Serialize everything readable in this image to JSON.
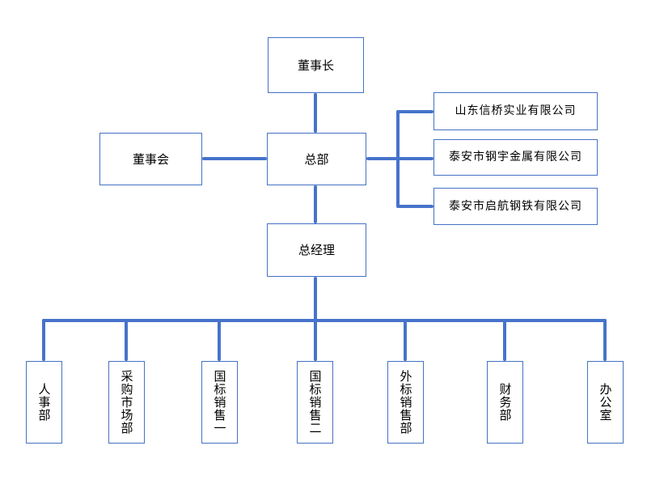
{
  "org": {
    "chairman": {
      "label": "董事长"
    },
    "board": {
      "label": "董事会"
    },
    "headquarters": {
      "label": "总部"
    },
    "general_manager": {
      "label": "总经理"
    },
    "subsidiaries": [
      {
        "label": "山东信桥实业有限公司"
      },
      {
        "label": "泰安市钢宇金属有限公司"
      },
      {
        "label": "泰安市启航钢铁有限公司"
      }
    ],
    "departments": [
      {
        "label": "人事部"
      },
      {
        "label": "采购市场部"
      },
      {
        "label": "国标销售一"
      },
      {
        "label": "国标销售二"
      },
      {
        "label": "外标销售部"
      },
      {
        "label": "财务部"
      },
      {
        "label": "办公室"
      }
    ]
  },
  "colors": {
    "box_border": "#4472C4",
    "connector": "#4673CB",
    "text": "#000000",
    "background": "#FFFFFF"
  }
}
